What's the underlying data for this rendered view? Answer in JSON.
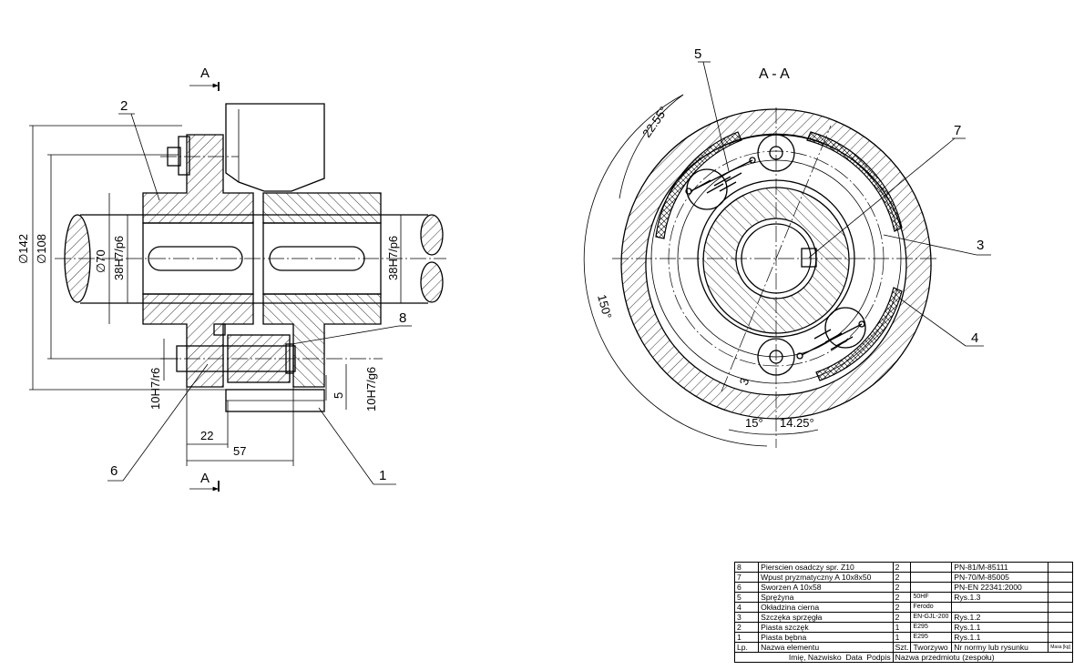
{
  "drawing": {
    "section_label_top": "A",
    "section_label_bottom": "A",
    "section_title": "A - A",
    "dimensions": {
      "d142": "∅142",
      "d108": "∅108",
      "d70": "∅70",
      "fit_left": "38H7/p6",
      "fit_right": "38H7/p6",
      "fit_pin_left": "10H7/r6",
      "fit_pin_right": "10H7/g6",
      "len_22": "22",
      "len_57": "57",
      "len_5": "5",
      "ang_2255": "22.55°",
      "ang_150": "150°",
      "ang_15": "15°",
      "ang_1425": "14.25°",
      "ang_3": "3"
    },
    "callouts": {
      "c1": "1",
      "c2": "2",
      "c3": "3",
      "c4": "4",
      "c5": "5",
      "c6": "6",
      "c7": "7",
      "c8": "8"
    }
  },
  "bom": {
    "rows": [
      {
        "lp": "8",
        "name": "Pierscien osadczy spr. Z10",
        "qty": "2",
        "mat": "",
        "norm": "PN-81/M-85111"
      },
      {
        "lp": "7",
        "name": "Wpust pryzmatyczny A 10x8x50",
        "qty": "2",
        "mat": "",
        "norm": "PN-70/M-85005"
      },
      {
        "lp": "6",
        "name": "Sworzen A 10x58",
        "qty": "2",
        "mat": "",
        "norm": "PN-EN 22341:2000"
      },
      {
        "lp": "5",
        "name": "Sprężyna",
        "qty": "2",
        "mat": "50HF",
        "norm": "Rys.1.3"
      },
      {
        "lp": "4",
        "name": "Okładzina cierna",
        "qty": "2",
        "mat": "Ferodo",
        "norm": ""
      },
      {
        "lp": "3",
        "name": "Szczęka sprzęgła",
        "qty": "2",
        "mat": "EN-GJL-200",
        "norm": "Rys.1.2"
      },
      {
        "lp": "2",
        "name": "Piasta szczęk",
        "qty": "1",
        "mat": "E295",
        "norm": "Rys.1.1"
      },
      {
        "lp": "1",
        "name": "Piasta bębna",
        "qty": "1",
        "mat": "E295",
        "norm": "Rys.1.1"
      }
    ],
    "header": {
      "lp": "Lp.",
      "name": "Nazwa elementu",
      "qty": "Szt.",
      "mat": "Tworzywo",
      "norm": "Nr normy lub rysunku",
      "mass": "Masa [kg]"
    },
    "footer": {
      "who": "Imię, Nazwisko",
      "date": "Data",
      "sign": "Podpis",
      "subject": "Nazwa przedmiotu (zespołu)"
    }
  }
}
